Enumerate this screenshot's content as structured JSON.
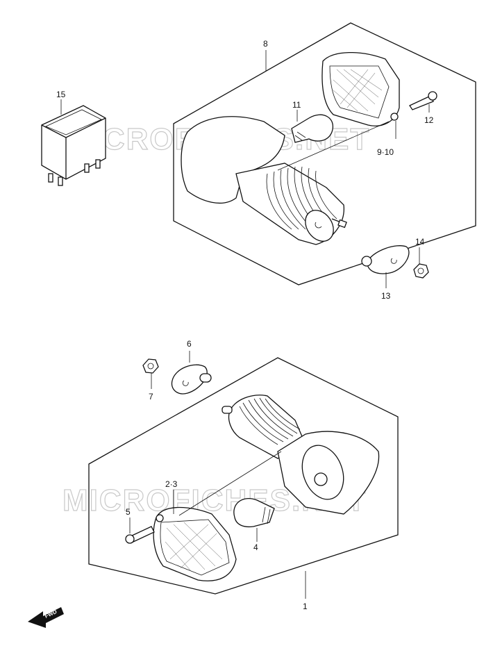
{
  "watermark": "MICROFICHES.NET",
  "fwd_label": "FWD",
  "callouts": {
    "p1": "1",
    "p2_3": "2·3",
    "p4": "4",
    "p5": "5",
    "p6": "6",
    "p7": "7",
    "p8": "8",
    "p9_10": "9·10",
    "p11": "11",
    "p12": "12",
    "p13": "13",
    "p14": "14",
    "p15": "15"
  }
}
